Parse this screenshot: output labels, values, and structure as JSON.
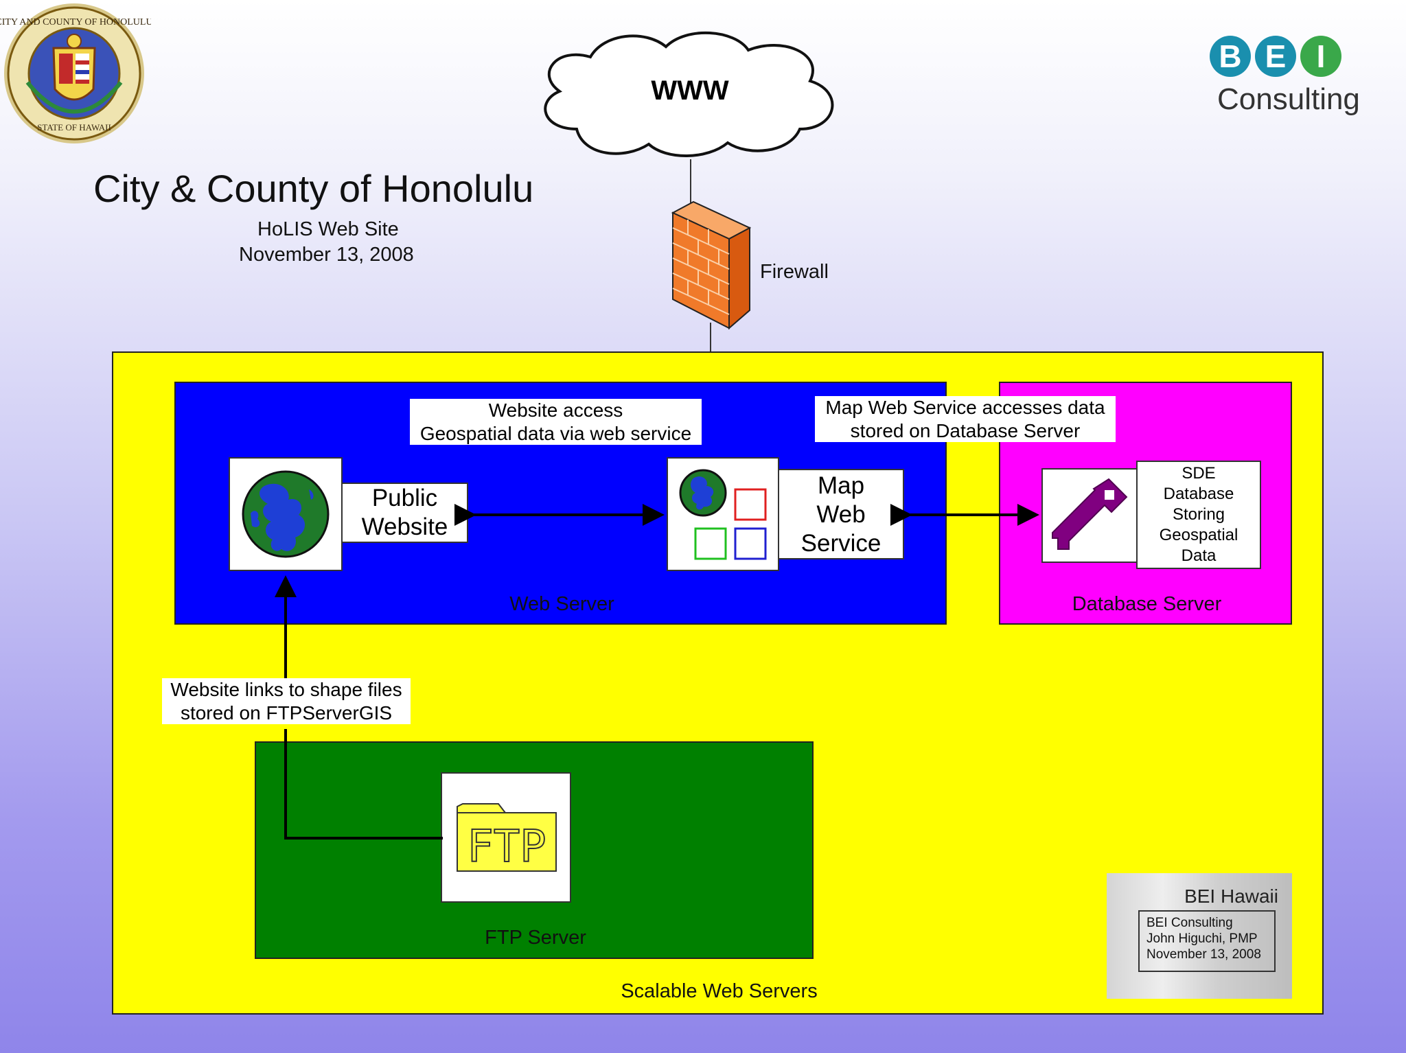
{
  "header": {
    "title": "City & County of Honolulu",
    "subtitle": "HoLIS Web Site",
    "date": "November 13, 2008"
  },
  "seal": {
    "text": "CITY AND COUNTY OF HONOLULU · STATE OF HAWAII"
  },
  "logo": {
    "letters": [
      "B",
      "E",
      "I"
    ],
    "word": "Consulting",
    "color": "#1a8fae"
  },
  "cloud": {
    "label": "WWW"
  },
  "firewall": {
    "label": "Firewall"
  },
  "zones": {
    "scalable": "Scalable Web Servers",
    "web_server": "Web Server",
    "database_server": "Database Server",
    "ftp_server": "FTP Server"
  },
  "nodes": {
    "public_website": [
      "Public",
      "Website"
    ],
    "map_web_service": [
      "Map",
      "Web",
      "Service"
    ],
    "sde_database": [
      "SDE",
      "Database",
      "Storing",
      "Geospatial",
      "Data"
    ],
    "ftp_icon_text": "FTP"
  },
  "annotations": {
    "website_access": [
      "Website access",
      "Geospatial data via web service"
    ],
    "map_service_access": [
      "Map Web Service accesses data",
      "stored on Database Server"
    ],
    "ftp_links": [
      "Website links to shape files",
      "stored on FTPServerGIS"
    ]
  },
  "stamp": {
    "title": "BEI Hawaii",
    "lines": [
      "BEI Consulting",
      "John Higuchi, PMP",
      "November 13, 2008"
    ]
  },
  "colors": {
    "scalable_bg": "#ffff00",
    "web_server_bg": "#0000ff",
    "database_server_bg": "#ff00ff",
    "ftp_server_bg": "#008000",
    "firewall": "#f07a2a",
    "globe_land": "#1e3fd6",
    "globe_sea": "#1f7a2a",
    "key": "#800080"
  }
}
